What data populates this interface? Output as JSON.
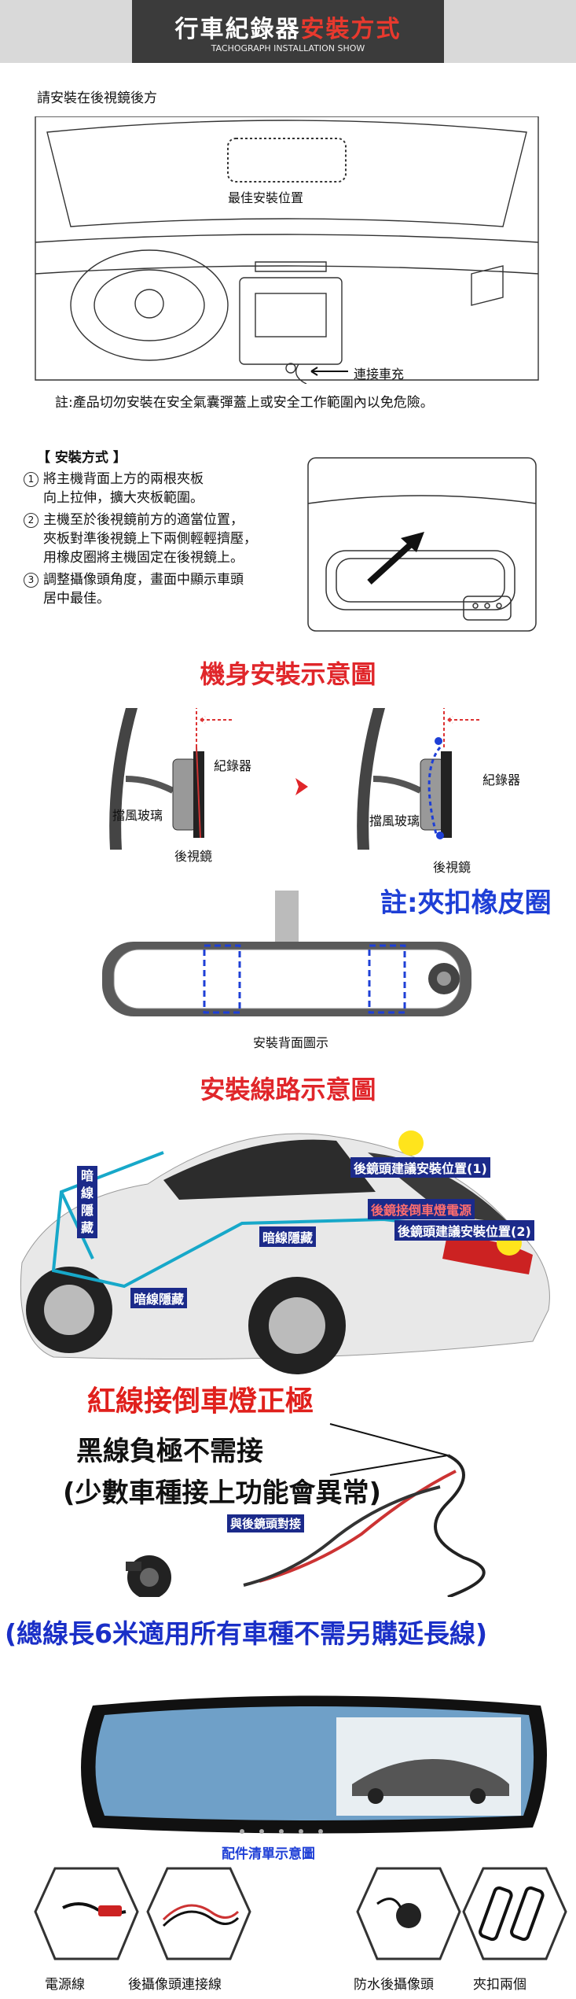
{
  "header": {
    "title_part1": "行車紀錄器",
    "title_part2": "安裝方式",
    "subtitle": "TACHOGRAPH INSTALLATION SHOW"
  },
  "section1": {
    "intro": "請安裝在後視鏡後方",
    "best_position": "最佳安裝位置",
    "connect_charger": "連接車充",
    "note": "註:產品切勿安裝在安全氣囊彈蓋上或安全工作範圍內以免危險。"
  },
  "section2": {
    "heading": "【 安裝方式 】",
    "steps": [
      {
        "num": "1",
        "lines": [
          "將主機背面上方的兩根夾板",
          "向上拉伸，擴大夾板範圍。"
        ]
      },
      {
        "num": "2",
        "lines": [
          "主機至於後視鏡前方的適當位置，",
          "夾板對準後視鏡上下兩側輕輕擠壓，",
          "用橡皮圈將主機固定在後視鏡上。"
        ]
      },
      {
        "num": "3",
        "lines": [
          "調整攝像頭角度，畫面中顯示車頭",
          "居中最佳。"
        ]
      }
    ]
  },
  "section3": {
    "title": "機身安裝示意圖",
    "recorder": "紀錄器",
    "windshield": "擋風玻璃",
    "mirror": "後視鏡",
    "recorder2": "紀錄器",
    "windshield2": "擋風玻璃",
    "mirror2": "後視鏡",
    "note": "註:夾扣橡皮圈",
    "back_caption": "安裝背面圖示"
  },
  "section4": {
    "title": "安裝線路示意圖",
    "hidden_vertical": [
      "暗",
      "線",
      "隱",
      "藏"
    ],
    "hidden_1": "暗線隱藏",
    "hidden_2": "暗線隱藏",
    "cam_pos_1": "後鏡頭建議安裝位置(1)",
    "reverse_power": "後鏡接倒車燈電源",
    "cam_pos_2": "後鏡頭建議安裝位置(2)"
  },
  "section5": {
    "red_wire": "紅線接倒車燈正極",
    "black_wire": "黑線負極不需接",
    "black_wire_note": "(少數車種接上功能會異常)",
    "connect_cam": "與後鏡頭對接",
    "total_length": "(總線長6米適用所有車種不需另購延長線)"
  },
  "section6": {
    "accessories_title": "配件清單示意圖",
    "items": [
      "電源線",
      "後攝像頭連接線",
      "防水後攝像頭",
      "夾扣兩個"
    ]
  }
}
